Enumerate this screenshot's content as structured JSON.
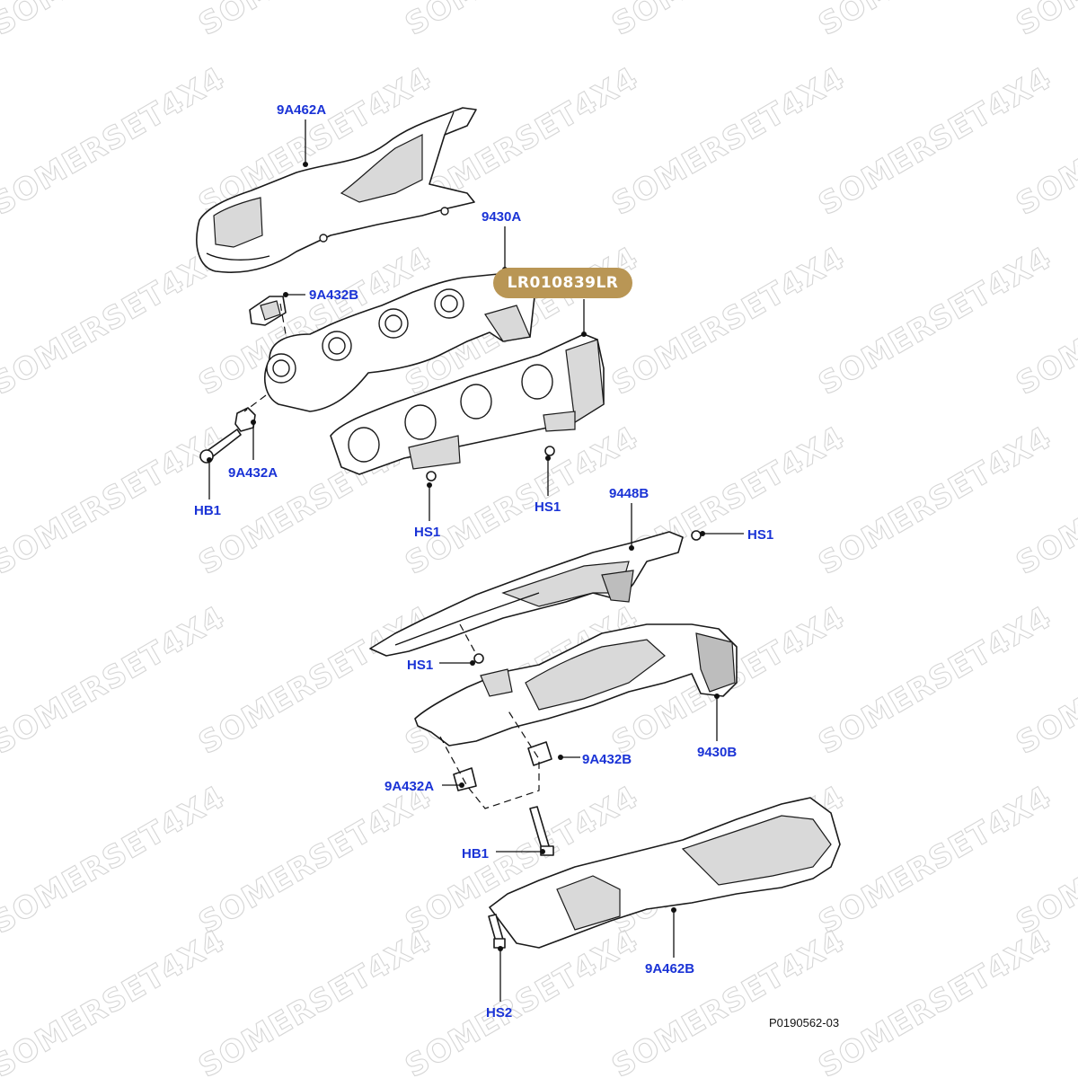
{
  "watermark": {
    "text": "SOMERSET4X4",
    "color": "#d6d6d6"
  },
  "badge": {
    "label": "LR010839LR",
    "color": "#b99655"
  },
  "drawing_number": "P0190562-03",
  "callout_color": "#1a33d6",
  "callouts": {
    "heatshield_a": "9A462A",
    "manifold_a": "9430A",
    "gasket_b_top": "9A432B",
    "gasket_a_top": "9A432A",
    "bolt_top": "HB1",
    "stud_top_left": "HS1",
    "stud_top_right": "HS1",
    "shield_9448b": "9448B",
    "stud_right": "HS1",
    "stud_middle": "HS1",
    "manifold_b": "9430B",
    "gasket_b_bottom": "9A432B",
    "gasket_a_bottom": "9A432A",
    "bolt_bottom": "HB1",
    "heatshield_b": "9A462B",
    "stud_bottom": "HS2"
  }
}
